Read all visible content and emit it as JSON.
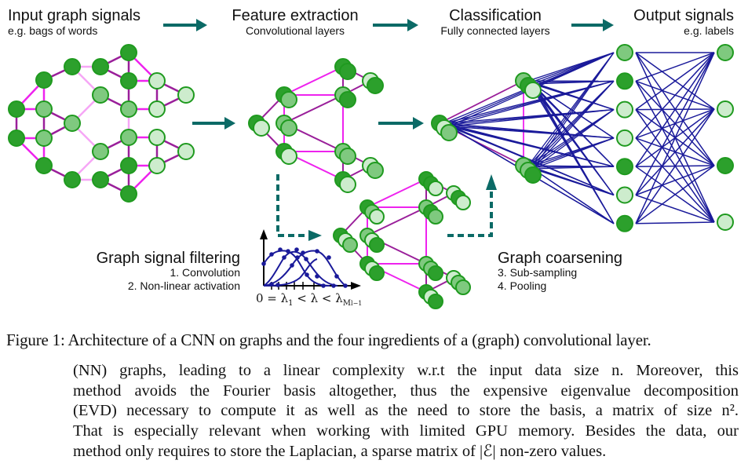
{
  "stages": [
    {
      "title": "Input graph signals",
      "subtitle": "e.g. bags of words"
    },
    {
      "title": "Feature extraction",
      "subtitle": "Convolutional layers"
    },
    {
      "title": "Classification",
      "subtitle": "Fully connected layers"
    },
    {
      "title": "Output signals",
      "subtitle": "e.g. labels"
    }
  ],
  "ingredients": {
    "filtering": {
      "title": "Graph signal filtering",
      "steps": [
        "1. Convolution",
        "2. Non-linear activation"
      ]
    },
    "coarsening": {
      "title": "Graph coarsening",
      "steps": [
        "3. Sub-sampling",
        "4. Pooling"
      ]
    }
  },
  "spectral_axis_label": {
    "prefix": "0 = λ",
    "sub1": "1",
    "mid": " < λ < λ",
    "sub2": "M",
    "sub3": "l−1"
  },
  "colors": {
    "node_dark": "#2ca02c",
    "node_mid": "#7fc97f",
    "node_light": "#cdeccd",
    "node_stroke": "#1f9a1f",
    "edge_strong": "#9a1f9a",
    "edge_magenta": "#ee22ee",
    "edge_pale": "#f6a6f6",
    "fc_edge": "#1a1a9a",
    "arrow": "#0b6a66",
    "filter_curve": "#1a1a9a"
  },
  "caption": "Figure 1: Architecture of a CNN on graphs and the four ingredients of a (graph) convolutional layer.",
  "paragraph": {
    "lines": [
      "(NN) graphs, leading to a linear complexity w.r.t the input data size n.  Moreover, this",
      "method avoids the Fourier basis altogether, thus the expensive eigenvalue decomposition",
      "(EVD) necessary to compute it as well as the need to store the basis, a matrix of size n².",
      "That is especially relevant when working with limited GPU memory. Besides the data, our",
      "method only requires to store the Laplacian, a sparse matrix of |ℰ| non-zero values."
    ]
  },
  "output_layer": {
    "hidden_nodes": [
      "mid",
      "dark",
      "light",
      "light",
      "dark",
      "light",
      "dark"
    ],
    "output_nodes": [
      "mid",
      "light",
      "dark",
      "light"
    ]
  }
}
